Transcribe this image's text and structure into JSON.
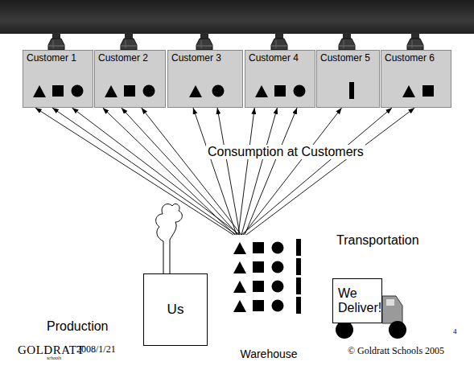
{
  "diagram": {
    "nodes": [
      {
        "text": [
          "Customer 1"
        ]
      },
      {
        "text": [
          "Customer 2"
        ]
      },
      {
        "text": [
          "Customer 3"
        ]
      },
      {
        "text": [
          "Customer 4"
        ]
      },
      {
        "text": [
          "Customer 5"
        ]
      },
      {
        "text": [
          "Customer 6"
        ]
      },
      {
        "text": [
          "Us"
        ]
      },
      {
        "text": [
          "Warehouse"
        ]
      },
      {
        "text": [
          "We Deliver!"
        ]
      }
    ],
    "edges": [
      {
        "from": 7,
        "to": 0,
        "arrow": "to"
      },
      {
        "from": 7,
        "to": 0,
        "arrow": "to"
      },
      {
        "from": 7,
        "to": 0,
        "arrow": "to"
      },
      {
        "from": 7,
        "to": 1,
        "arrow": "to"
      },
      {
        "from": 7,
        "to": 1,
        "arrow": "to"
      },
      {
        "from": 7,
        "to": 1,
        "arrow": "to"
      },
      {
        "from": 7,
        "to": 2,
        "arrow": "to"
      },
      {
        "from": 7,
        "to": 2,
        "arrow": "to"
      },
      {
        "from": 7,
        "to": 3,
        "arrow": "to"
      },
      {
        "from": 7,
        "to": 3,
        "arrow": "to"
      },
      {
        "from": 7,
        "to": 3,
        "arrow": "to"
      },
      {
        "from": 7,
        "to": 4,
        "arrow": "to"
      },
      {
        "from": 7,
        "to": 5,
        "arrow": "to"
      },
      {
        "from": 7,
        "to": 5,
        "arrow": "to"
      }
    ],
    "labels": [
      "Consumption at Customers",
      "Transportation",
      "Production",
      "GOLDRATT",
      "schools",
      "2008/1/21",
      "© Goldratt Schools 2005",
      "4"
    ]
  }
}
